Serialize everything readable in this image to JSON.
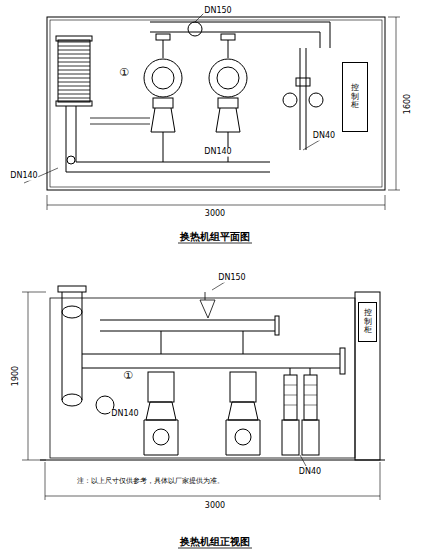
{
  "diagram": {
    "nodes": [
      {
        "text": [
          "控制柜"
        ]
      },
      {
        "text": [
          "控制柜"
        ]
      }
    ],
    "labels": [
      "DN150",
      "①",
      "DN140",
      "DN140",
      "DN40",
      "3000",
      "1600",
      "换热机组平面图",
      "DN150",
      "①",
      "DN140",
      "DN40",
      "1900",
      "3000",
      "注：以上尺寸仅供参考，具体以厂家提供为准。",
      "换热机组正视图"
    ]
  }
}
